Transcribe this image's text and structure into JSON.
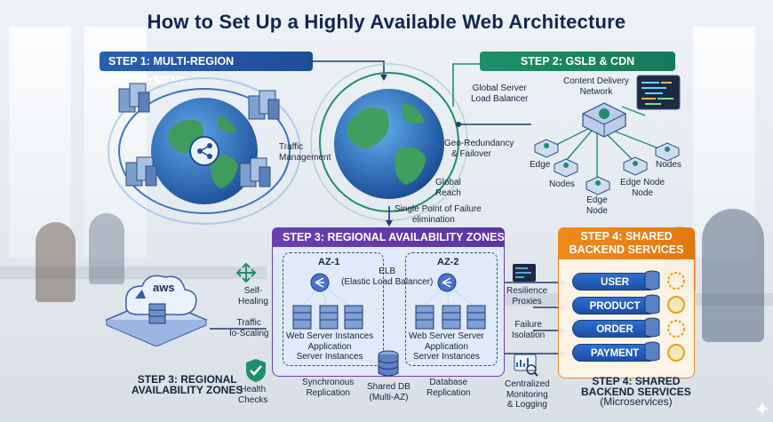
{
  "title": "How to Set Up a Highly Available Web Architecture",
  "step1": {
    "banner": "STEP 1: MULTI-REGION DEPLOYMENT",
    "traffic_management": [
      "Traffic",
      "Management"
    ]
  },
  "step2": {
    "banner": "STEP 2: GSLB & CDN",
    "gslb": [
      "Global Server",
      "Load Balancer"
    ],
    "cdn": [
      "Content Delivery",
      "Network"
    ],
    "geo": [
      "Geo-Redundancy",
      "& Failover"
    ],
    "edge_nodes": [
      "Edge",
      "Nodes",
      "Nodes",
      "Edge",
      "Node",
      "Edge Node",
      "Node"
    ]
  },
  "global": {
    "reach": [
      "Global",
      "Reach"
    ],
    "spof": [
      "Single Point of Failure",
      "elimination"
    ]
  },
  "step3": {
    "banner": "STEP 3: REGIONAL AVAILABILITY ZONES",
    "az1": "AZ-1",
    "az2": "AZ-2",
    "elb": [
      "ELB",
      "(Elastic Load Balancer)"
    ],
    "az1_servers": [
      "Web Server Instances",
      "Application",
      "Server Instances"
    ],
    "az2_servers": [
      "Web Server Server",
      "Application",
      "Server Instances"
    ],
    "shared_db": [
      "Shared DB",
      "(Multi-AZ)"
    ],
    "sync": [
      "Synchronous",
      "Replication"
    ],
    "db_repl": [
      "Database",
      "Replication"
    ]
  },
  "left": {
    "aws": "aws",
    "self_healing": [
      "Self-",
      "Healing"
    ],
    "traffic_scaling": [
      "Traffic",
      "Io-Scaling"
    ],
    "health": [
      "Health",
      "Checks"
    ],
    "caption": [
      "STEP 3: REGIONAL",
      "AVAILABILITY ZONES"
    ]
  },
  "middle_right": {
    "resilience": [
      "Resilience",
      "Proxies"
    ],
    "failure": [
      "Failure",
      "Isolation"
    ],
    "monitoring": [
      "Centralized",
      "Monitoring",
      "& Logging"
    ]
  },
  "step4": {
    "banner": [
      "STEP 4: SHARED",
      "BACKEND SERVICES"
    ],
    "services": [
      "USER",
      "PRODUCT",
      "ORDER",
      "PAYMENT"
    ],
    "caption": [
      "STEP 4: SHARED",
      "BACKEND SERVICES",
      "(Microservices)"
    ]
  },
  "colors": {
    "blue_banner": "#2a5fb0",
    "green_banner": "#1f8f6a",
    "purple_banner": "#6a3fb0",
    "orange_banner": "#f08a1d",
    "service_button": "#2f6fd1"
  }
}
